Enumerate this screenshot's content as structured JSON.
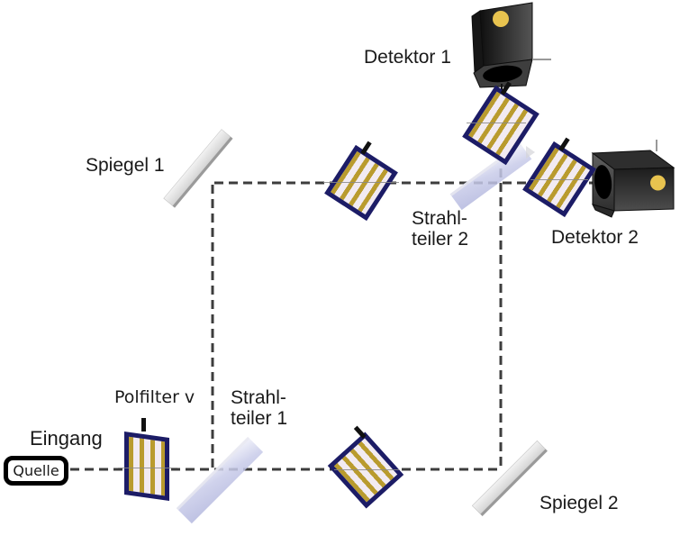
{
  "labels": {
    "detektor1": "Detektor 1",
    "detektor2": "Detektor 2",
    "spiegel1": "Spiegel 1",
    "spiegel2": "Spiegel 2",
    "strahlteiler1_line1": "Strahl-",
    "strahlteiler1_line2": "teiler 1",
    "strahlteiler2_line1": "Strahl-",
    "strahlteiler2_line2": "teiler 2",
    "polfilter": "Polfilter v",
    "eingang": "Eingang",
    "quelle": "Quelle"
  },
  "colors": {
    "dash": "#3d3d3d",
    "navy": "#1c1c66",
    "stripe-gold": "#b99b2e",
    "stripe-light": "#f2ebf2",
    "splitter-dark": "#b3b7de",
    "splitter-light": "#f1f2fa",
    "mirror-light": "#f2f2f2",
    "mirror-mid": "#d9d9d9",
    "detector-yellow": "#e8c34f",
    "text": "#1a1a1a"
  }
}
